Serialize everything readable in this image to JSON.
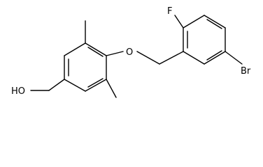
{
  "molecule": {
    "atom_labels": {
      "fluorine": "F",
      "oxygen": "O",
      "bromine": "Br",
      "hydroxyl": "HO"
    },
    "colors": {
      "bond": "#000000",
      "label": "#000000",
      "background": "#ffffff"
    }
  }
}
